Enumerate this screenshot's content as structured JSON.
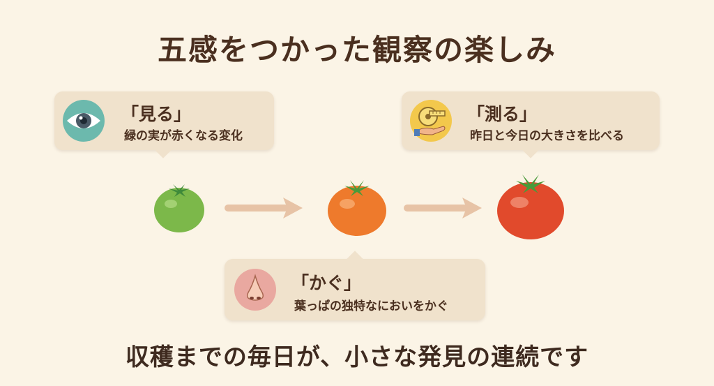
{
  "title": "五感をつかった観察の楽しみ",
  "footer": "収穫までの毎日が、小さな発見の連続です",
  "callouts": {
    "see": {
      "heading": "「見る」",
      "description": "緑の実が赤くなる変化",
      "icon": "eye-icon"
    },
    "measure": {
      "heading": "「測る」",
      "description": "昨日と今日の大きさを比べる",
      "icon": "tape-measure-icon"
    },
    "smell": {
      "heading": "「かぐ」",
      "description": "葉っぱの独特なにおいをかぐ",
      "icon": "nose-icon"
    }
  },
  "stages": [
    {
      "name": "green-tomato",
      "color": "#7cb84a"
    },
    {
      "name": "orange-tomato",
      "color": "#ee7a2c"
    },
    {
      "name": "red-tomato",
      "color": "#e14a2c"
    }
  ],
  "colors": {
    "background": "#fbf4e6",
    "callout": "#f0e2cc",
    "text": "#4a2f1f",
    "arrow": "#e7c3a6"
  }
}
